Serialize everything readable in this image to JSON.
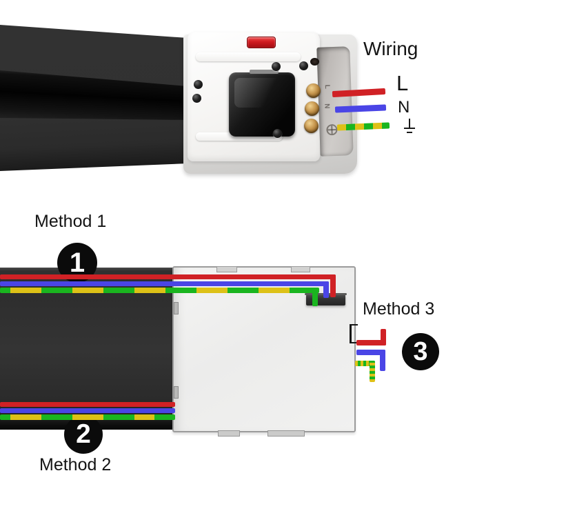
{
  "wiring_panel": {
    "heading": "Wiring",
    "terminals": [
      {
        "name": "live",
        "label": "L"
      },
      {
        "name": "neutral",
        "label": "N"
      },
      {
        "name": "earth",
        "label": ""
      }
    ],
    "block_marks": [
      "L",
      "N"
    ]
  },
  "methods": [
    {
      "number": "1",
      "label": "Method 1"
    },
    {
      "number": "2",
      "label": "Method 2"
    },
    {
      "number": "3",
      "label": "Method 3"
    }
  ],
  "colors": {
    "live": "#d02125",
    "neutral": "#4a45e6",
    "earth-green": "#1ab51f",
    "earth-yellow": "#ddc117",
    "indicator-red": "#c8151d",
    "rail-black": "#2d2d2d",
    "circle-black": "#0b0b0b",
    "text": "#141414"
  }
}
